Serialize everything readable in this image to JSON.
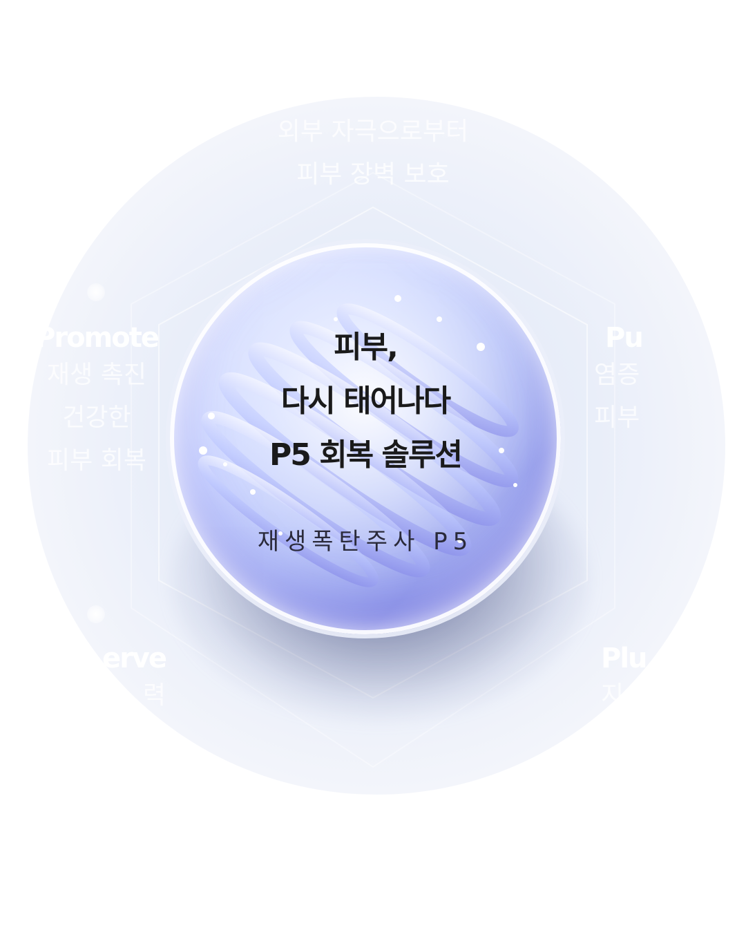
{
  "orb": {
    "headline_line1": "피부,",
    "headline_line2": "다시 태어나다",
    "headline_line3": "P5 회복 솔루션",
    "subline": "재생폭탄주사 P5"
  },
  "labels": {
    "top": {
      "line1": "외부 자극으로부터",
      "line2": "피부 장벽 보호"
    },
    "left_upper": {
      "title": "Promote",
      "line1": "재생 촉진",
      "line2": "건강한",
      "line3": "피부 회복"
    },
    "right_upper": {
      "title": "Pu",
      "line1": "염증",
      "line2": "피부"
    },
    "left_lower": {
      "title": "erve",
      "line1": "력"
    },
    "right_lower": {
      "title": "Plu",
      "line1": "지"
    }
  },
  "colors": {
    "headline": "#1a1a1a",
    "subline": "#2a2a3a",
    "halo": "#e6ebf8",
    "orb_accent": "#8c96e8"
  }
}
